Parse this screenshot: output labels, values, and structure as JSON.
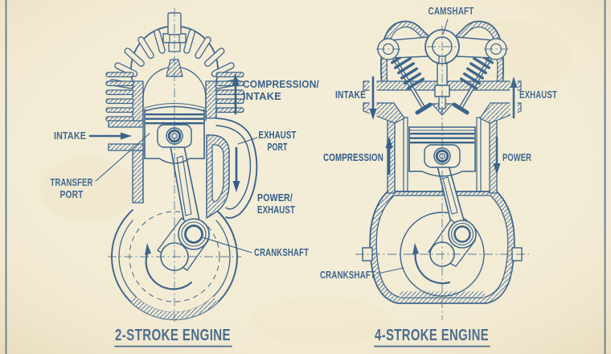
{
  "palette": {
    "ink": "#2e5a87",
    "paper": "#f3ecd6",
    "border": "#3b6590"
  },
  "left_engine": {
    "caption": "2-STROKE ENGINE",
    "labels": {
      "compression_intake": [
        "COMPRESSION/",
        "INTAKE"
      ],
      "intake": "INTAKE",
      "transfer_port": [
        "TRANSFER",
        "PORT"
      ],
      "exhaust_port": [
        "EXHAUST",
        "PORT"
      ],
      "power_exhaust": [
        "POWER/",
        "EXHAUST"
      ],
      "crankshaft": "CRANKSHAFT"
    }
  },
  "right_engine": {
    "caption": "4-STROKE ENGINE",
    "labels": {
      "camshaft": "CAMSHAFT",
      "intake": "INTAKE",
      "exhaust": "EXHAUST",
      "compression": "COMPRESSION",
      "power": "POWER",
      "crankshaft": "CRANKSHAFT"
    }
  }
}
